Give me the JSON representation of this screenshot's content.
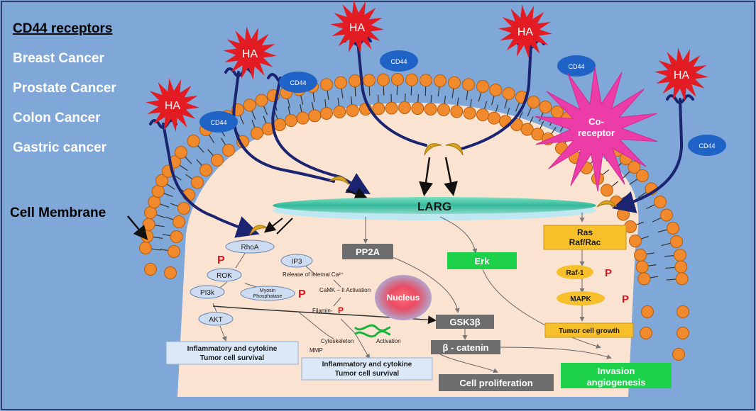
{
  "side_list": {
    "heading": "CD44 receptors",
    "items": [
      "Breast Cancer",
      "Prostate Cancer",
      "Colon Cancer",
      "Gastric cancer"
    ]
  },
  "membrane_label": "Cell Membrane",
  "ligand": "HA",
  "receptor": "CD44",
  "coreceptor": {
    "line1": "Co-",
    "line2": "receptor"
  },
  "larg": "LARG",
  "nodes": {
    "rhoa": "RhoA",
    "ip3": "IP3",
    "rok": "ROK",
    "pi3k": "PI3k",
    "myosin1": "Myosin",
    "myosin2": "Phosphatase",
    "akt": "AKT",
    "calcium": "Release of internal Ca²⁺",
    "camk": "CaMK – II Activation",
    "filamin": "Filamin-",
    "nucleus": "Nucleus",
    "pp2a": "PP2A",
    "erk": "Erk",
    "gsk": "GSK3β",
    "catenin": "β - catenin",
    "cytoskeleton": "Cytoskeleton",
    "activation": "Activation",
    "mmp": "MMP",
    "ras1": "Ras",
    "ras2": "Raf/Rac",
    "raf1": "Raf-1",
    "mapk": "MAPK",
    "tumor_growth": "Tumor cell growth",
    "phospho": "P"
  },
  "outcomes": {
    "infl_a_1": "Inflammatory and cytokine",
    "infl_a_2": "Tumor cell survival",
    "infl_b_1": "Inflammatory and cytokine",
    "infl_b_2": "Tumor cell survival",
    "proliferation": "Cell proliferation",
    "invasion_1": "Invasion",
    "invasion_2": "angiogenesis"
  },
  "colors": {
    "background": "#7fa7d8",
    "cytoplasm": "#fbe3d2",
    "lipid_head": "#f08a2c",
    "cd44_chain": "#1b2470",
    "ha_star": "#e31b23",
    "cd44_badge": "#1f63c6",
    "coreceptor": "#ec3ca8",
    "larg": "#44c6a8",
    "green_box": "#1ed14b",
    "yellow_box": "#f7c02b",
    "grey_box": "#6d6d6d",
    "node_fill": "#cddcf0",
    "nucleus": "#e84b62",
    "outcome_box": "#dbe8f7"
  }
}
